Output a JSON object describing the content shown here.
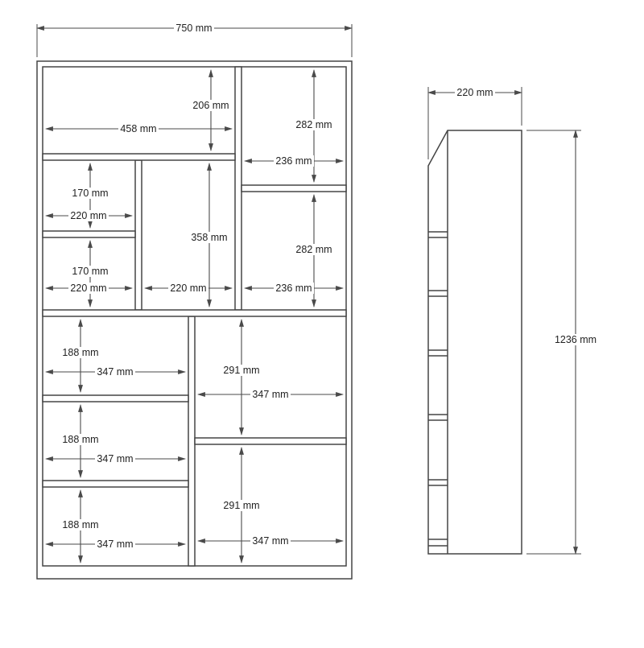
{
  "colors": {
    "line": "#4a4a4a",
    "text": "#222222",
    "background": "#ffffff"
  },
  "front": {
    "overall_width": "750 mm",
    "top_left_height": "206 mm",
    "top_left_width": "458 mm",
    "top_right_height": "282 mm",
    "top_right_width": "236 mm",
    "mid_left_upper_height": "170 mm",
    "mid_left_upper_width": "220 mm",
    "center_height": "358 mm",
    "mid_right_height": "282 mm",
    "mid_left_lower_height": "170 mm",
    "mid_left_lower_width": "220 mm",
    "center_width": "220 mm",
    "mid_right_width": "236 mm",
    "bottom_left_1_height": "188 mm",
    "bottom_left_1_width": "347 mm",
    "bottom_right_1_height": "291 mm",
    "bottom_right_1_width": "347 mm",
    "bottom_left_2_height": "188 mm",
    "bottom_left_2_width": "347 mm",
    "bottom_right_2_height": "291 mm",
    "bottom_left_3_height": "188 mm",
    "bottom_left_3_width": "347 mm",
    "bottom_right_2_width": "347 mm"
  },
  "side": {
    "depth": "220 mm",
    "height": "1236 mm"
  }
}
